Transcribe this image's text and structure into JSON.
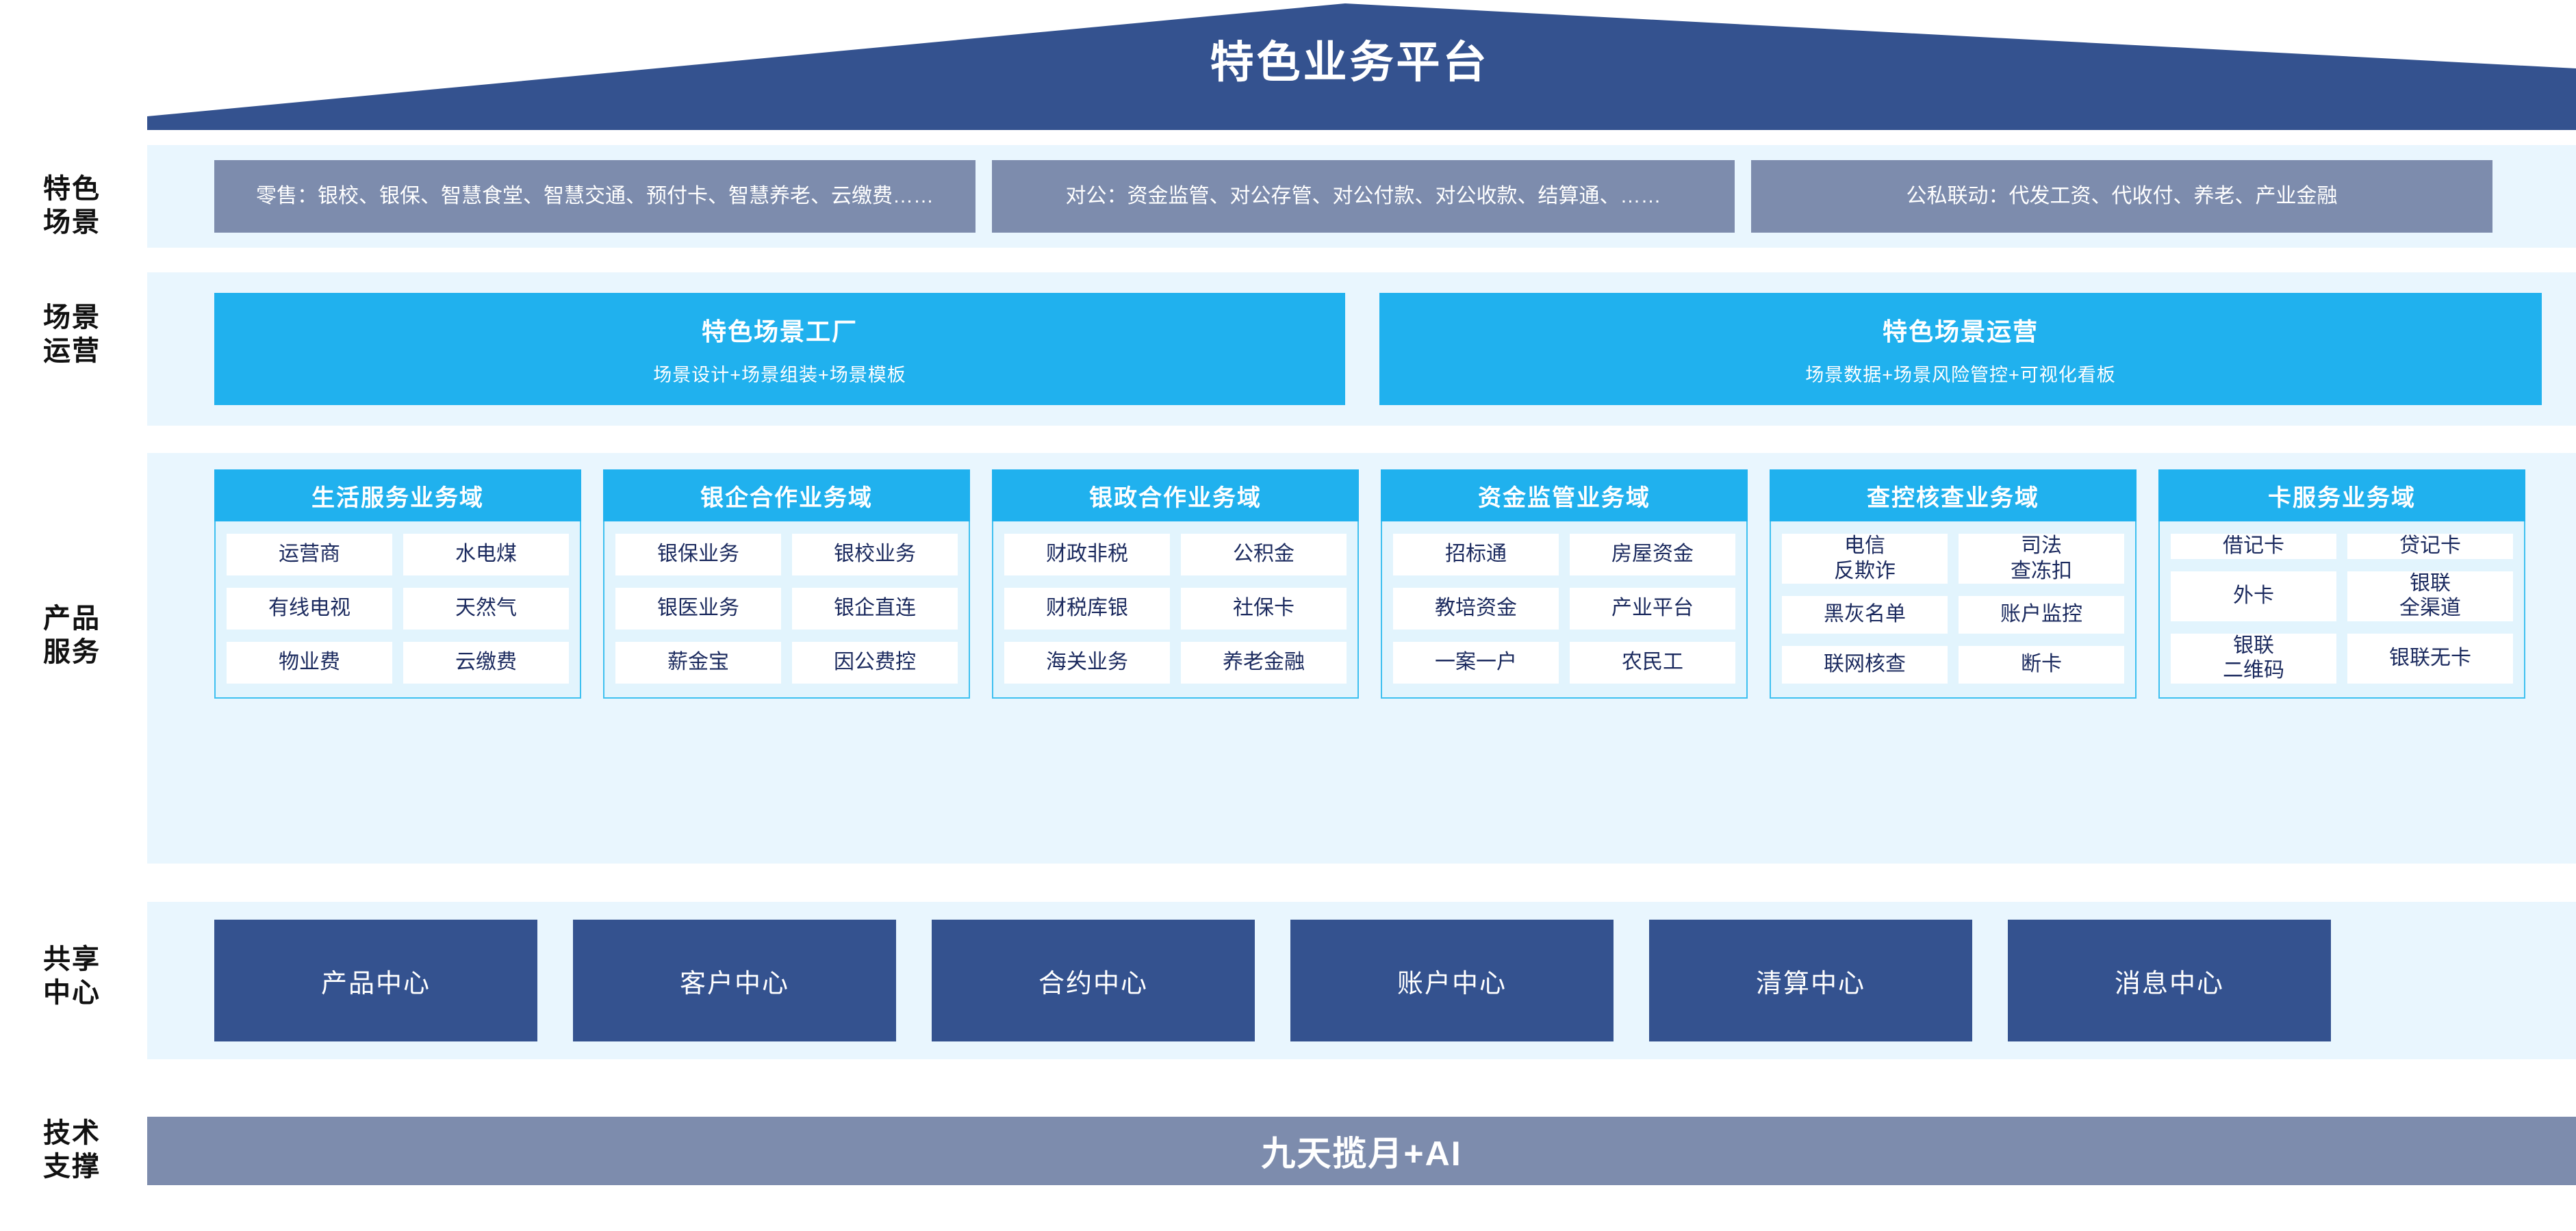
{
  "header": {
    "title": "特色业务平台",
    "roof_color": "#34528f"
  },
  "colors": {
    "navy": "#34528f",
    "cyan": "#20b1ee",
    "slate": "#7d8cad",
    "band": "#e9f6fe",
    "card_bg": "#e2f4fd",
    "text_navy": "#1b2a5e"
  },
  "rails": {
    "scene": [
      "特色",
      "场景"
    ],
    "operation": [
      "场景",
      "运营"
    ],
    "product": [
      "产品",
      "服务"
    ],
    "center": [
      "共享",
      "中心"
    ],
    "tech": [
      "技术",
      "支撑"
    ]
  },
  "scenes": [
    {
      "label": "零售：银校、银保、智慧食堂、智慧交通、预付卡、智慧养老、云缴费……"
    },
    {
      "label": "对公：资金监管、对公存管、对公付款、对公收款、结算通、……"
    },
    {
      "label": "公私联动：代发工资、代收付、养老、产业金融"
    }
  ],
  "operations": [
    {
      "title": "特色场景工厂",
      "subtitle": "场景设计+场景组装+场景模板"
    },
    {
      "title": "特色场景运营",
      "subtitle": "场景数据+场景风险管控+可视化看板"
    }
  ],
  "product_domains": [
    {
      "title": "生活服务业务域",
      "items": [
        "运营商",
        "水电煤",
        "有线电视",
        "天然气",
        "物业费",
        "云缴费"
      ]
    },
    {
      "title": "银企合作业务域",
      "items": [
        "银保业务",
        "银校业务",
        "银医业务",
        "银企直连",
        "薪金宝",
        "因公费控"
      ]
    },
    {
      "title": "银政合作业务域",
      "items": [
        "财政非税",
        "公积金",
        "财税库银",
        "社保卡",
        "海关业务",
        "养老金融"
      ]
    },
    {
      "title": "资金监管业务域",
      "items": [
        "招标通",
        "房屋资金",
        "教培资金",
        "产业平台",
        "一案一户",
        "农民工"
      ]
    },
    {
      "title": "查控核查业务域",
      "items": [
        "电信\n反欺诈",
        "司法\n查冻扣",
        "黑灰名单",
        "账户监控",
        "联网核查",
        "断卡"
      ]
    },
    {
      "title": "卡服务业务域",
      "items": [
        "借记卡",
        "贷记卡",
        "外卡",
        "银联\n全渠道",
        "银联\n二维码",
        "银联无卡"
      ]
    }
  ],
  "shared_centers": [
    {
      "label": "产品中心"
    },
    {
      "label": "客户中心"
    },
    {
      "label": "合约中心"
    },
    {
      "label": "账户中心"
    },
    {
      "label": "清算中心"
    },
    {
      "label": "消息中心"
    }
  ],
  "tech_support": {
    "label": "九天揽月+AI"
  }
}
